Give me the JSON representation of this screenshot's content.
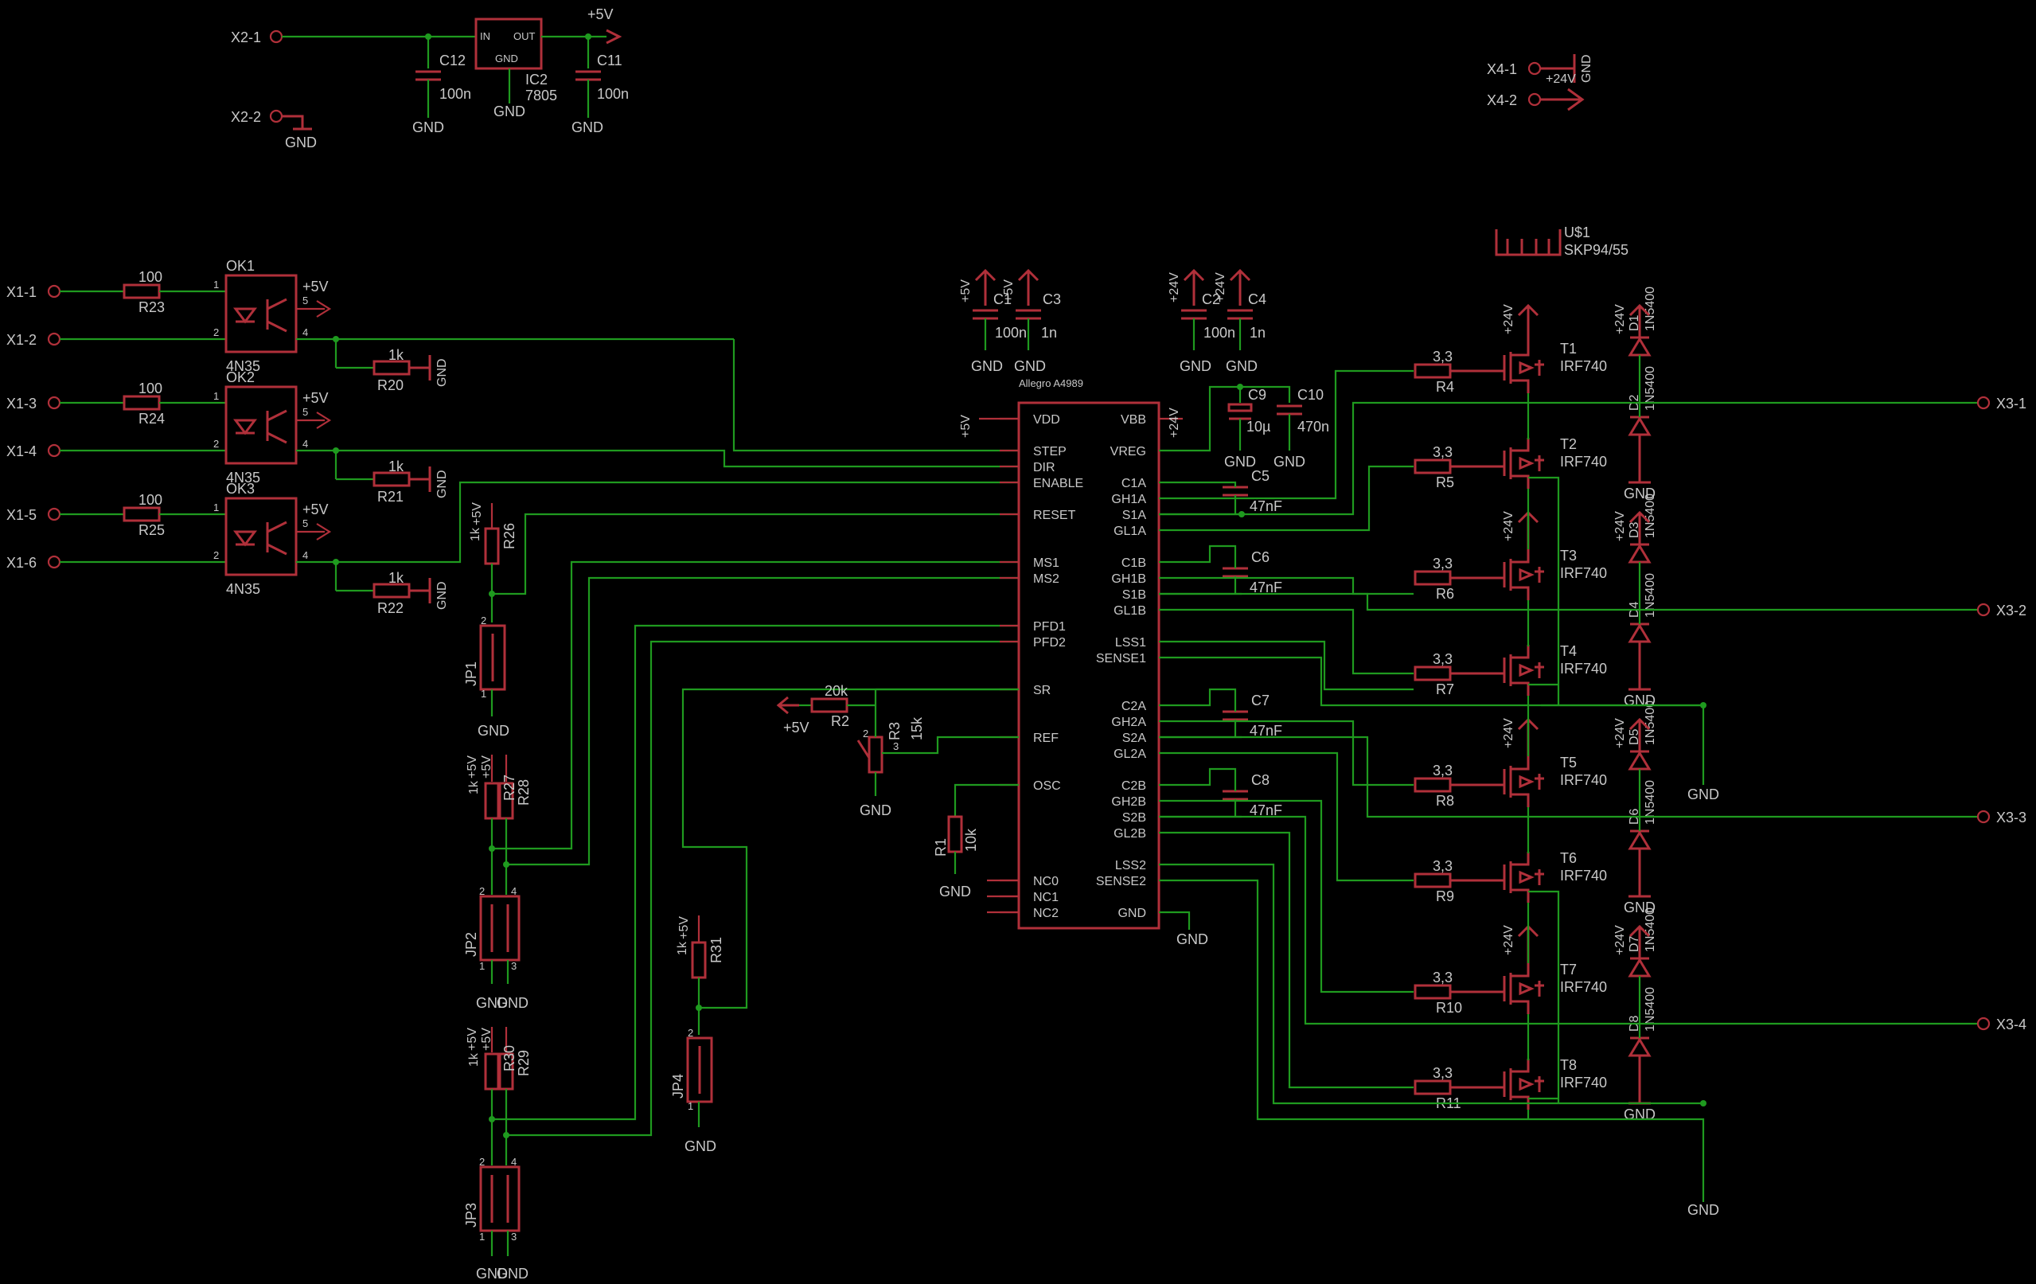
{
  "colors": {
    "background": "#000000",
    "part": "#b0303a",
    "wire": "#1f9a1f",
    "text": "#c8c8c8"
  },
  "connectors": {
    "x2_1": "X2-1",
    "x2_2": "X2-2",
    "x4_1": "X4-1",
    "x4_2": "X4-2",
    "x1_1": "X1-1",
    "x1_2": "X1-2",
    "x1_3": "X1-3",
    "x1_4": "X1-4",
    "x1_5": "X1-5",
    "x1_6": "X1-6",
    "x3_1": "X3-1",
    "x3_2": "X3-2",
    "x3_3": "X3-3",
    "x3_4": "X3-4"
  },
  "supply": {
    "gnd": "GND",
    "p5v": "+5V",
    "p24v": "+24V"
  },
  "regulator": {
    "name": "IC2",
    "value": "7805",
    "pin_in": "IN",
    "pin_out": "OUT",
    "pin_gnd": "GND"
  },
  "caps": {
    "c12": "C12",
    "c12v": "100n",
    "c11": "C11",
    "c11v": "100n",
    "c1": "C1",
    "c1v": "100n",
    "c3": "C3",
    "c3v": "1n",
    "c2": "C2",
    "c2v": "100n",
    "c4": "C4",
    "c4v": "1n",
    "c9": "C9",
    "c9v": "10µ",
    "c10": "C10",
    "c10v": "470n",
    "c5": "C5",
    "c5v": "47nF",
    "c6": "C6",
    "c6v": "47nF",
    "c7": "C7",
    "c7v": "47nF",
    "c8": "C8",
    "c8v": "47nF"
  },
  "optos": {
    "ok1": "OK1",
    "ok2": "OK2",
    "ok3": "OK3",
    "type": "4N35",
    "p1": "1",
    "p2": "2",
    "p4": "4",
    "p5": "5"
  },
  "resistors": {
    "r23": "R23",
    "r24": "R24",
    "r25": "R25",
    "v100": "100",
    "r20": "R20",
    "r21": "R21",
    "r22": "R22",
    "v1k": "1k",
    "r26": "R26",
    "r27": "R27",
    "r28": "R28",
    "r29": "R29",
    "r30": "R30",
    "r31": "R31",
    "r1": "R1",
    "r1v": "10k",
    "r2": "R2",
    "r2v": "20k",
    "r3": "R3",
    "r3v": "15k",
    "r4": "R4",
    "r5": "R5",
    "r6": "R6",
    "r7": "R7",
    "r8": "R8",
    "r9": "R9",
    "r10": "R10",
    "r11": "R11",
    "v33": "3,3",
    "wiper": "3",
    "end2": "2"
  },
  "jumpers": {
    "jp1": "JP1",
    "jp2": "JP2",
    "jp3": "JP3",
    "jp4": "JP4",
    "p1": "1",
    "p2": "2",
    "p3": "3",
    "p4": "4"
  },
  "driver": {
    "title": "Allegro A4989",
    "left_pins": [
      "VDD",
      "STEP",
      "DIR",
      "ENABLE",
      "RESET",
      "MS1",
      "MS2",
      "PFD1",
      "PFD2",
      "SR",
      "REF",
      "OSC",
      "NC0",
      "NC1",
      "NC2"
    ],
    "right_pins": [
      "VBB",
      "VREG",
      "C1A",
      "GH1A",
      "S1A",
      "GL1A",
      "C1B",
      "GH1B",
      "S1B",
      "GL1B",
      "LSS1",
      "SENSE1",
      "C2A",
      "GH2A",
      "S2A",
      "GL2A",
      "C2B",
      "GH2B",
      "S2B",
      "GL2B",
      "LSS2",
      "SENSE2",
      "GND"
    ]
  },
  "mosfets": {
    "t1": "T1",
    "t2": "T2",
    "t3": "T3",
    "t4": "T4",
    "t5": "T5",
    "t6": "T6",
    "t7": "T7",
    "t8": "T8",
    "type": "IRF740"
  },
  "diodes": {
    "d1": "D1",
    "d2": "D2",
    "d3": "D3",
    "d4": "D4",
    "d5": "D5",
    "d6": "D6",
    "d7": "D7",
    "d8": "D8",
    "type": "1N5400"
  },
  "heatsink": {
    "name": "U$1",
    "type": "SKP94/55"
  }
}
